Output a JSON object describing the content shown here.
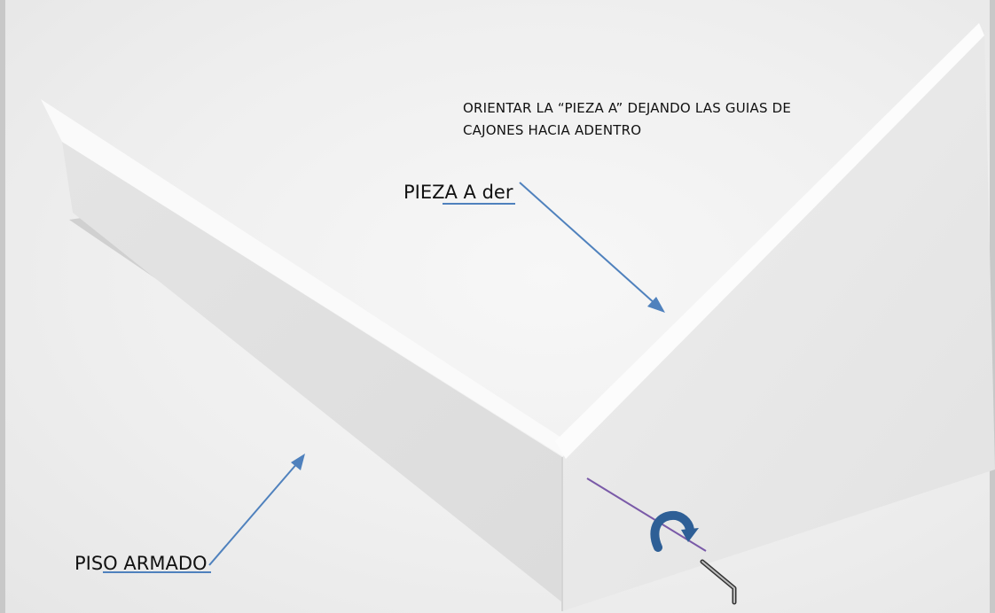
{
  "labels": {
    "instruction_line1": "ORIENTAR LA “PIEZA A” DEJANDO LAS GUIAS DE",
    "instruction_line2": "CAJONES HACIA ADENTRO",
    "pieza": "PIEZA A der",
    "piso": "PISO ARMADO"
  },
  "colors": {
    "arrow": "#4f81bd",
    "axis_line": "#7a5aa8",
    "rotate_icon": "#2e5f96",
    "allen_key": "#333333"
  },
  "icons": [
    "rotate-arrow-icon",
    "allen-key-icon"
  ]
}
